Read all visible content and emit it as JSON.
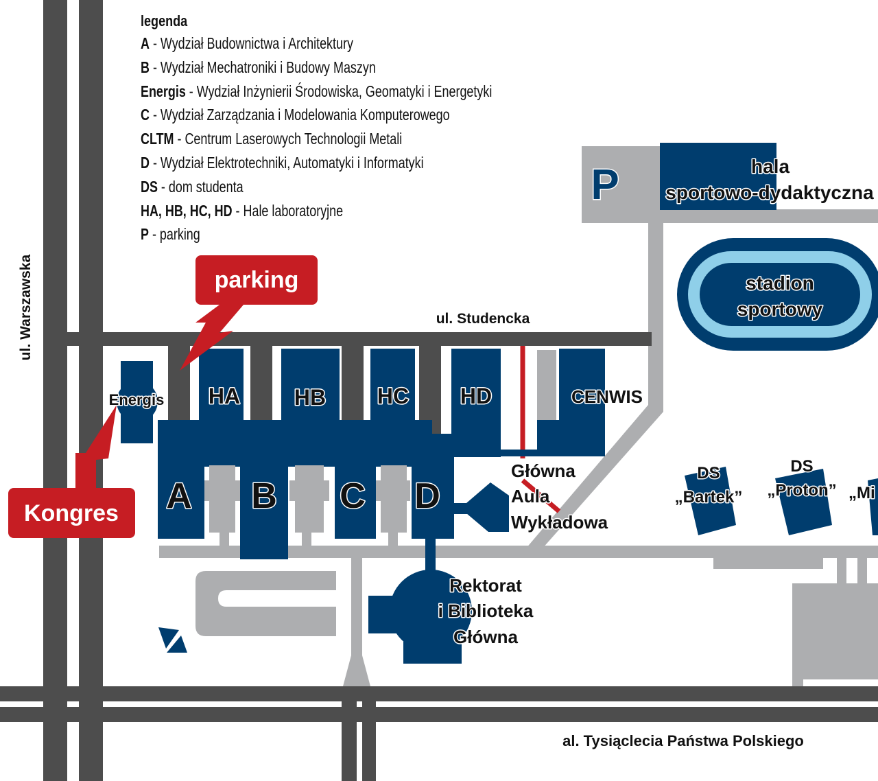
{
  "legend": {
    "title": "legenda",
    "items": [
      {
        "key": "A",
        "sep": " - ",
        "text": "Wydział Budownictwa i Architektury"
      },
      {
        "key": "B",
        "sep": " - ",
        "text": "Wydział Mechatroniki i Budowy Maszyn"
      },
      {
        "key": "Energis",
        "sep": " - ",
        "text": "Wydział Inżynierii Środowiska, Geomatyki i Energetyki"
      },
      {
        "key": "C",
        "sep": " - ",
        "text": "Wydział Zarządzania i Modelowania Komputerowego"
      },
      {
        "key": "CLTM",
        "sep": " - ",
        "text": "Centrum Laserowych Technologii Metali"
      },
      {
        "key": "D",
        "sep": " - ",
        "text": "Wydział Elektrotechniki, Automatyki i Informatyki"
      },
      {
        "key": "DS",
        "sep": " - ",
        "text": "dom studenta"
      },
      {
        "key": "HA, HB, HC, HD",
        "sep": " - ",
        "text": "Hale laboratoryjne"
      },
      {
        "key": "P",
        "sep": " - ",
        "text": "parking"
      }
    ]
  },
  "streets": {
    "warszawska": "ul. Warszawska",
    "studencka": "ul. Studencka",
    "tysiaclecia": "al. Tysiąclecia Państwa Polskiego"
  },
  "callouts": {
    "parking": "parking",
    "kongres": "Kongres"
  },
  "buildings": {
    "energis": "Energis",
    "ha": "HA",
    "hb": "HB",
    "hc": "HC",
    "hd": "HD",
    "cenwis": "CENWIS",
    "a": "A",
    "b": "B",
    "c": "C",
    "d": "D",
    "aula": [
      "Główna",
      "Aula",
      "Wykładowa"
    ],
    "rektorat": [
      "Rektorat",
      "i Biblioteka",
      "Główna"
    ],
    "hala": [
      "hala",
      "sportowo-dydaktyczna"
    ],
    "stadion": [
      "stadion",
      "sportowy"
    ],
    "parking_sign": "P",
    "ds_bartek": [
      "DS",
      "„Bartek”"
    ],
    "ds_proton": [
      "DS",
      "„Proton”"
    ],
    "ds_mi": "„Mi"
  },
  "colors": {
    "building": "#003d6e",
    "road_dark": "#4d4d4d",
    "road_light": "#adaeb0",
    "accent_red": "#c61d23",
    "track": "#8fcfe9"
  }
}
